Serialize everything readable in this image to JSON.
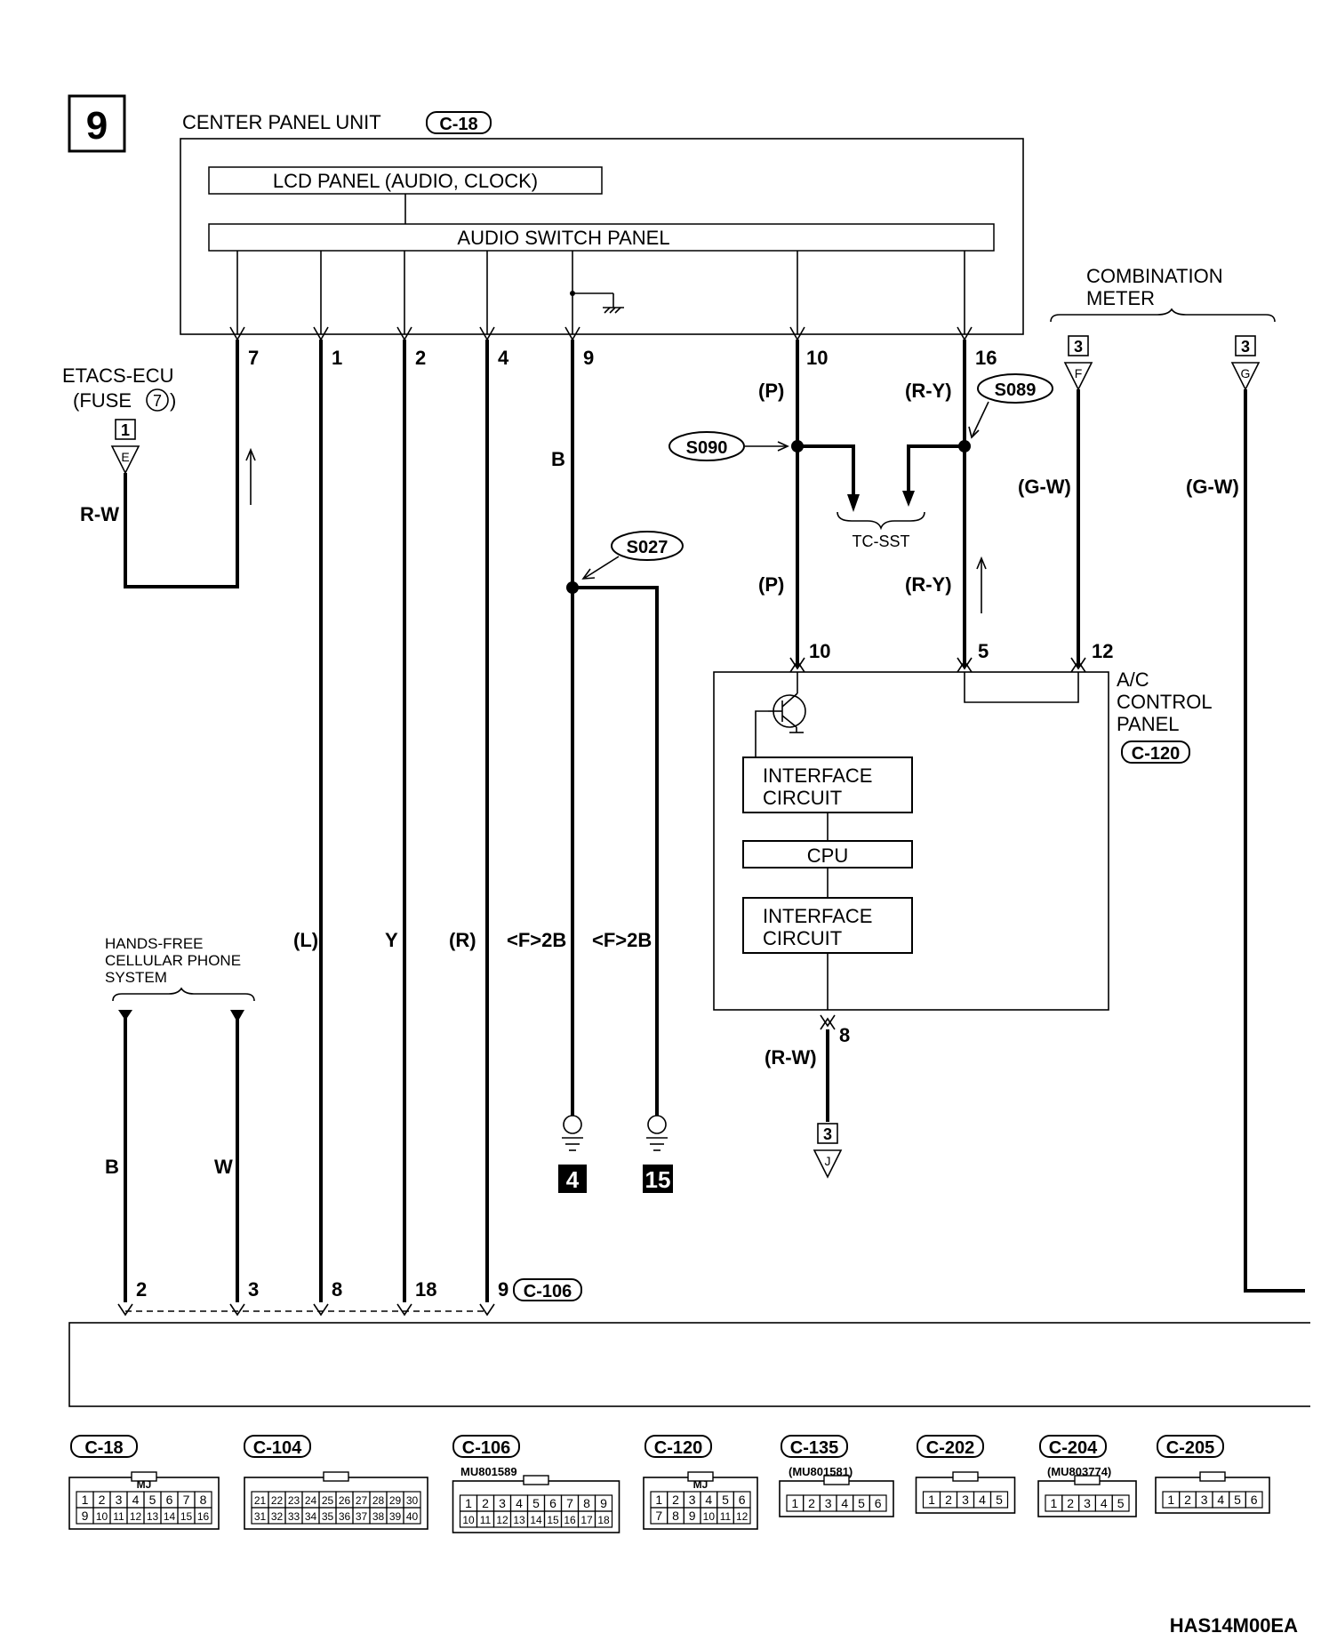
{
  "page_number": "9",
  "center_panel": {
    "title": "CENTER PANEL UNIT",
    "connector": "C-18"
  },
  "lcd_panel": "LCD PANEL (AUDIO, CLOCK)",
  "audio_switch_panel": "AUDIO SWITCH PANEL",
  "center_pins": [
    "7",
    "1",
    "2",
    "4",
    "9",
    "10",
    "16"
  ],
  "etacs": {
    "name": "ETACS-ECU",
    "fuse": "(FUSE",
    "fuse_num": "7",
    "fuse_close": ")",
    "box_num": "1",
    "letter": "E",
    "wire_color": "R-W"
  },
  "combination_meter": {
    "line1": "COMBINATION",
    "line2": "METER",
    "conn_f_num": "3",
    "conn_f": "F",
    "conn_g_num": "3",
    "conn_g": "G",
    "wire_f": "(G-W)",
    "wire_g": "(G-W)"
  },
  "splices": {
    "s090": "S090",
    "s089": "S089",
    "s027": "S027"
  },
  "tc_sst": "TC-SST",
  "wire_labels": {
    "p_upper": "(P)",
    "ry_upper": "(R-Y)",
    "p_lower": "(P)",
    "ry_lower": "(R-Y)",
    "b": "B",
    "l": "(L)",
    "y": "Y",
    "r": "(R)",
    "f2b_1": "<F>2B",
    "f2b_2": "<F>2B",
    "rw": "(R-W)"
  },
  "ac_panel": {
    "line1": "A/C",
    "line2": "CONTROL",
    "line3": "PANEL",
    "connector": "C-120",
    "pins_top": [
      "10",
      "5",
      "12"
    ],
    "pin_bottom": "8",
    "interface1_l1": "INTERFACE",
    "interface1_l2": "CIRCUIT",
    "cpu": "CPU",
    "interface2_l1": "INTERFACE",
    "interface2_l2": "CIRCUIT"
  },
  "ground_points": [
    "4",
    "15"
  ],
  "j_connector": {
    "num": "3",
    "letter": "J"
  },
  "hands_free": {
    "line1": "HANDS-FREE",
    "line2": "CELLULAR PHONE",
    "line3": "SYSTEM",
    "wire_b": "B",
    "wire_w": "W"
  },
  "bottom_pins": [
    "2",
    "3",
    "8",
    "18",
    "9"
  ],
  "bottom_connector": "C-106",
  "connectors": [
    {
      "name": "C-18",
      "part": "",
      "mark": "MJ",
      "rows": [
        [
          "1",
          "2",
          "3",
          "4",
          "5",
          "6",
          "7",
          "8"
        ],
        [
          "9",
          "10",
          "11",
          "12",
          "13",
          "14",
          "15",
          "16"
        ]
      ]
    },
    {
      "name": "C-104",
      "part": "",
      "mark": "",
      "rows": [
        [
          "21",
          "22",
          "23",
          "24",
          "25",
          "26",
          "27",
          "28",
          "29",
          "30"
        ],
        [
          "31",
          "32",
          "33",
          "34",
          "35",
          "36",
          "37",
          "38",
          "39",
          "40"
        ]
      ]
    },
    {
      "name": "C-106",
      "part": "MU801589",
      "mark": "",
      "rows": [
        [
          "1",
          "2",
          "3",
          "4",
          "5",
          "6",
          "7",
          "8",
          "9"
        ],
        [
          "10",
          "11",
          "12",
          "13",
          "14",
          "15",
          "16",
          "17",
          "18"
        ]
      ]
    },
    {
      "name": "C-120",
      "part": "",
      "mark": "MJ",
      "rows": [
        [
          "1",
          "2",
          "3",
          "4",
          "5",
          "6"
        ],
        [
          "7",
          "8",
          "9",
          "10",
          "11",
          "12"
        ]
      ]
    },
    {
      "name": "C-135",
      "part": "(MU801581)",
      "mark": "",
      "rows": [
        [
          "1",
          "2",
          "3",
          "4",
          "5",
          "6"
        ]
      ]
    },
    {
      "name": "C-202",
      "part": "",
      "mark": "",
      "rows": [
        [
          "1",
          "2",
          "3",
          "4",
          "5"
        ]
      ]
    },
    {
      "name": "C-204",
      "part": "(MU803774)",
      "mark": "",
      "rows": [
        [
          "1",
          "2",
          "3",
          "4",
          "5"
        ]
      ]
    },
    {
      "name": "C-205",
      "part": "",
      "mark": "",
      "rows": [
        [
          "1",
          "2",
          "3",
          "4",
          "5",
          "6"
        ]
      ]
    }
  ],
  "doc_code": "HAS14M00EA"
}
